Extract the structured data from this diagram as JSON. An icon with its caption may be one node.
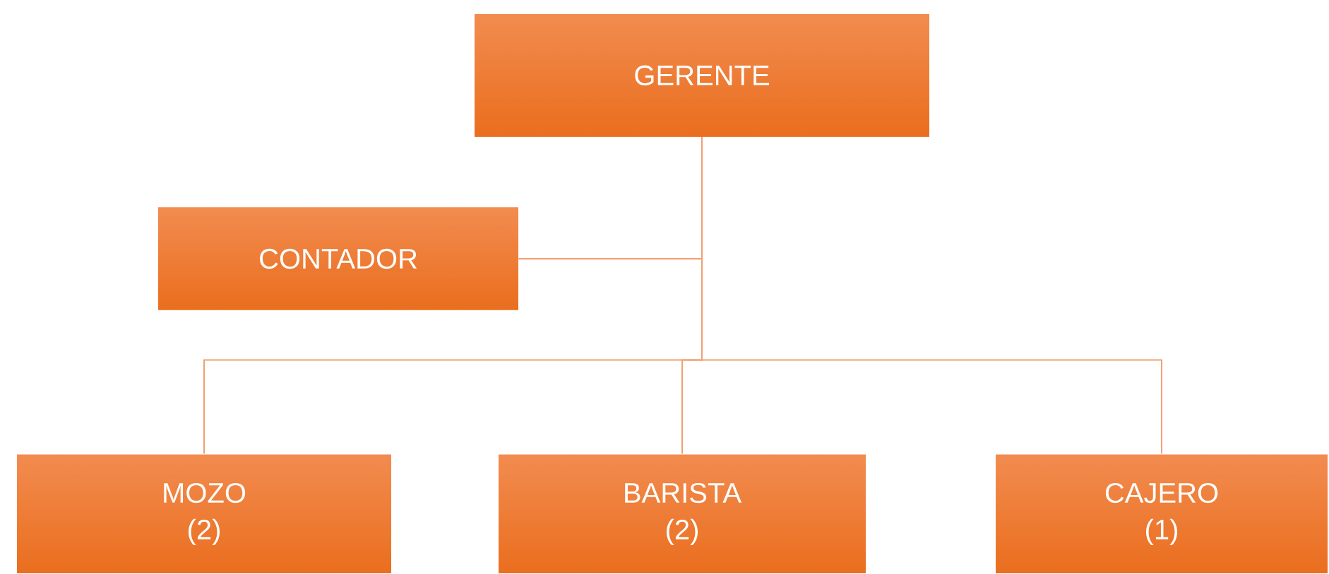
{
  "diagram": {
    "nodes": [
      {
        "text": [
          "GERENTE"
        ]
      },
      {
        "text": [
          "CONTADOR"
        ]
      },
      {
        "text": [
          "MOZO",
          "(2)"
        ]
      },
      {
        "text": [
          "BARISTA",
          "(2)"
        ]
      },
      {
        "text": [
          "CAJERO",
          "(1)"
        ]
      }
    ],
    "edges": [
      {
        "from": 0,
        "to": 1,
        "arrow": "none"
      },
      {
        "from": 0,
        "to": 2,
        "arrow": "none"
      },
      {
        "from": 0,
        "to": 3,
        "arrow": "none"
      },
      {
        "from": 0,
        "to": 4,
        "arrow": "none"
      }
    ]
  }
}
